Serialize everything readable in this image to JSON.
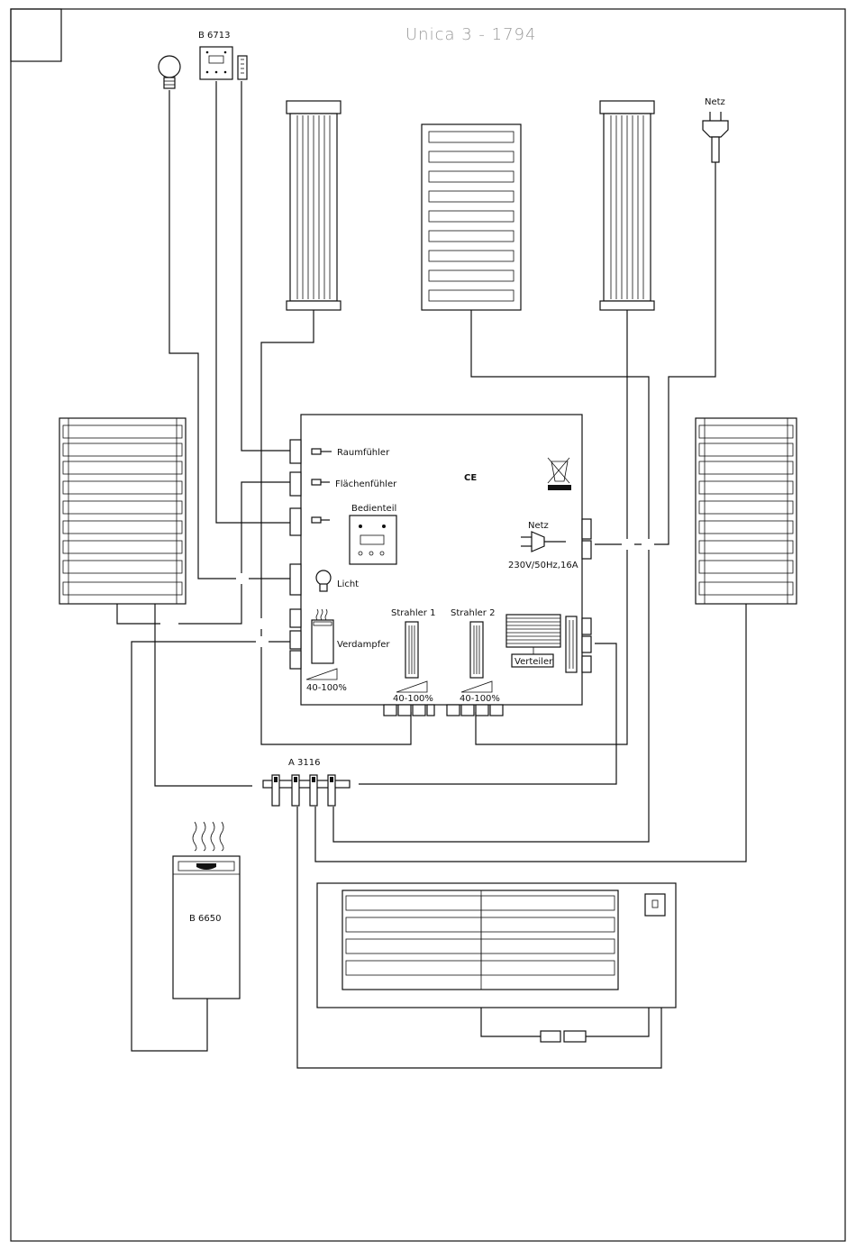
{
  "title": "Unica 3 - 1794",
  "labels": {
    "controller_b6713": "B 6713",
    "plug_top": "Netz",
    "raumfuehler": "Raumfühler",
    "flaechenfuehler": "Flächenfühler",
    "bedienteil": "Bedienteil",
    "licht": "Licht",
    "verdampfer": "Verdampfer",
    "range_verdampfer": "40-100%",
    "strahler1": "Strahler 1",
    "strahler2": "Strahler 2",
    "range_strahler1": "40-100%",
    "range_strahler2": "40-100%",
    "verteiler": "Verteiler",
    "netz": "Netz",
    "power": "230V/50Hz,16A",
    "ce": "CE",
    "splitter": "A 3116",
    "evaporator": "B 6650"
  }
}
